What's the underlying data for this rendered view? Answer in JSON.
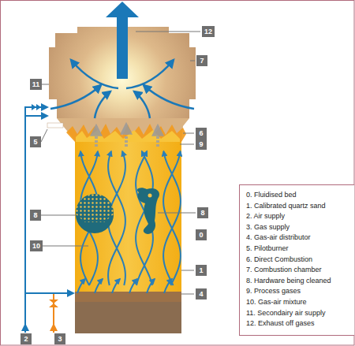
{
  "diagram": {
    "nodes": [
      {
        "text": [
          "12"
        ]
      },
      {
        "text": [
          "11"
        ]
      },
      {
        "text": [
          "7"
        ]
      },
      {
        "text": [
          "5"
        ]
      },
      {
        "text": [
          "6"
        ]
      },
      {
        "text": [
          "9"
        ]
      },
      {
        "text": [
          "8"
        ]
      },
      {
        "text": [
          "8"
        ]
      },
      {
        "text": [
          "0"
        ]
      },
      {
        "text": [
          "10"
        ]
      },
      {
        "text": [
          "1"
        ]
      },
      {
        "text": [
          "4"
        ]
      },
      {
        "text": [
          "2"
        ]
      },
      {
        "text": [
          "3"
        ]
      },
      {
        "text": [
          "0. Fluidised bed",
          "1. Calibrated quartz sand",
          "2. Air supply",
          "3. Gas supply",
          "4. Gas-air distributor",
          "5. Pilotburner",
          "6. Direct Combustion",
          "7. Combustion chamber",
          "8. Hardware being cleaned",
          "9. Process gases",
          "10. Gas-air mixture",
          "11. Secondairy air supply",
          "12. Exhaust off gases"
        ]
      }
    ]
  }
}
